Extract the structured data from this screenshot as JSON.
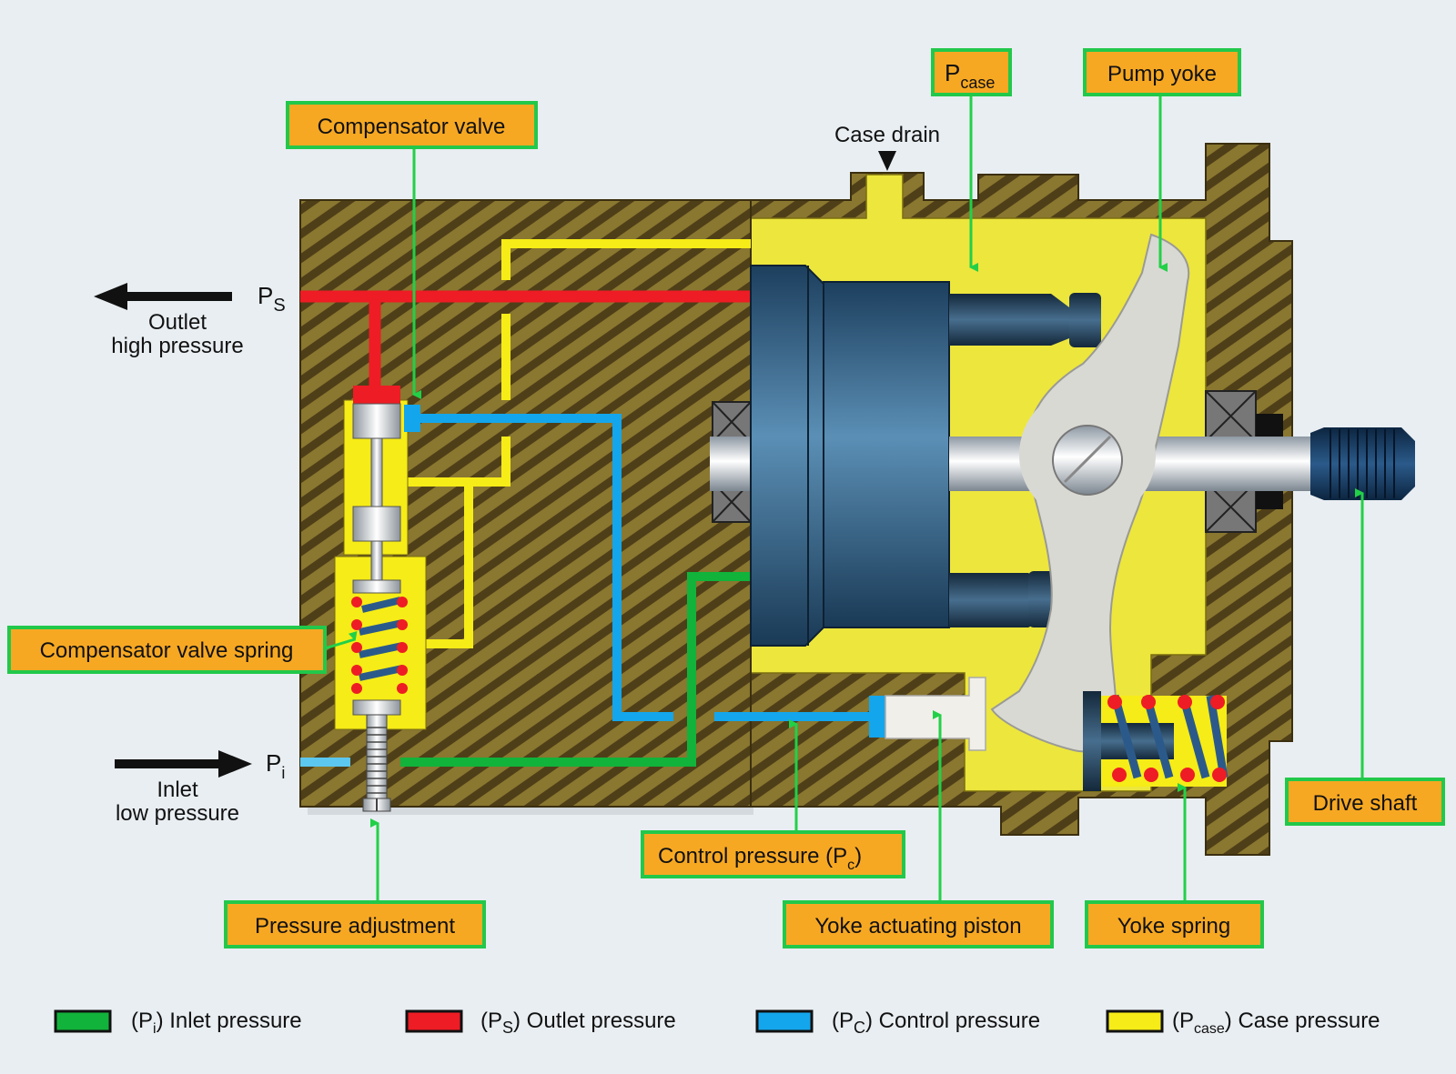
{
  "callouts": {
    "compensator_valve": "Compensator valve",
    "p_case": {
      "main": "P",
      "sub": "case"
    },
    "pump_yoke": "Pump yoke",
    "compensator_valve_spring": "Compensator valve spring",
    "pressure_adjustment": "Pressure adjustment",
    "control_pressure": {
      "main": "Control pressure (P",
      "sub": "c",
      "end": ")"
    },
    "yoke_actuating_piston": "Yoke actuating piston",
    "yoke_spring": "Yoke spring",
    "drive_shaft": "Drive shaft"
  },
  "labels": {
    "case_drain": "Case drain",
    "ps": {
      "main": "P",
      "sub": "S"
    },
    "outlet_line1": "Outlet",
    "outlet_line2": "high pressure",
    "pi": {
      "main": "P",
      "sub": "i"
    },
    "inlet_line1": "Inlet",
    "inlet_line2": "low pressure"
  },
  "legend": [
    {
      "pre": "(P",
      "sub": "i",
      "post": ") Inlet pressure",
      "color": "#11b33a"
    },
    {
      "pre": "(P",
      "sub": "S",
      "post": ") Outlet pressure",
      "color": "#ee1c24"
    },
    {
      "pre": "(P",
      "sub": "C",
      "post": ") Control pressure",
      "color": "#14a6ec"
    },
    {
      "pre": "(P",
      "sub": "case",
      "post": ") Case pressure",
      "color": "#f6ec17"
    }
  ],
  "colors": {
    "inlet": "#11b33a",
    "outlet": "#ee1c24",
    "control": "#14a6ec",
    "case": "#f6ec17",
    "callout_fill": "#f7a823",
    "callout_border": "#22c84a",
    "housing": "#7a6a2a",
    "background": "#e9eef2"
  }
}
